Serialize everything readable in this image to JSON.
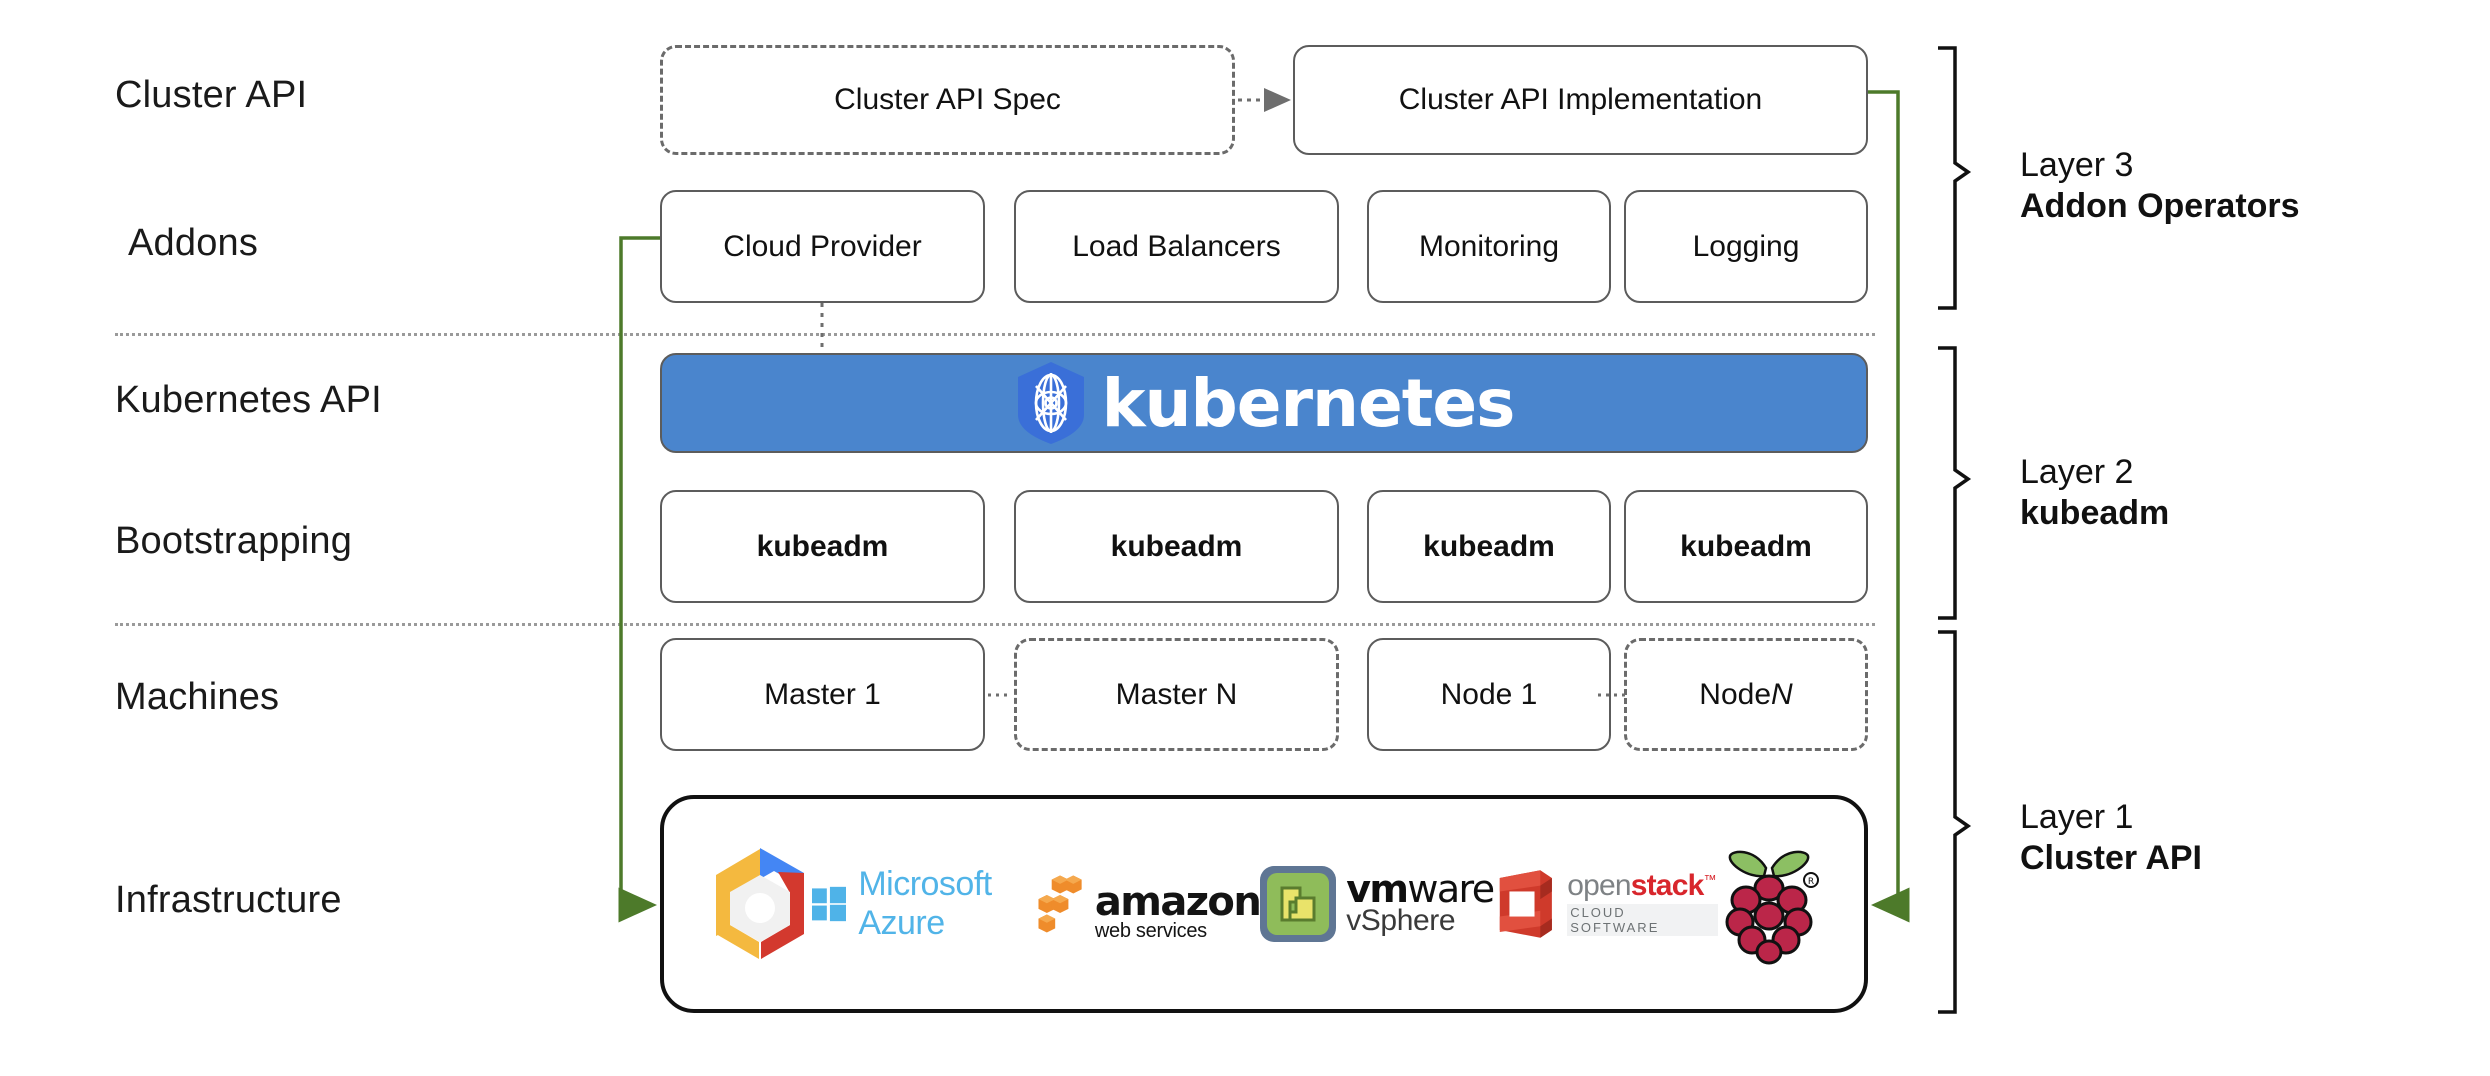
{
  "diagram": {
    "title": "Kubernetes Cluster API layered architecture",
    "row_labels": [
      {
        "text": "Cluster API"
      },
      {
        "text": "Addons"
      },
      {
        "text": "Kubernetes API"
      },
      {
        "text": "Bootstrapping"
      },
      {
        "text": "Machines"
      },
      {
        "text": "Infrastructure"
      }
    ],
    "cluster_api_row": [
      {
        "label": "Cluster API Spec",
        "style": "dashed"
      },
      {
        "label": "Cluster API Implementation",
        "style": "solid"
      }
    ],
    "addons_row": [
      {
        "label": "Cloud Provider",
        "style": "solid"
      },
      {
        "label": "Load Balancers",
        "style": "solid"
      },
      {
        "label": "Monitoring",
        "style": "solid"
      },
      {
        "label": "Logging",
        "style": "solid"
      }
    ],
    "kubernetes_bar": {
      "label": "kubernetes",
      "background": "#4a85cd",
      "text_color": "#ffffff",
      "logo": "kubernetes-helm-icon"
    },
    "bootstrapping_row": [
      {
        "label": "kubeadm",
        "style": "solid"
      },
      {
        "label": "kubeadm",
        "style": "solid"
      },
      {
        "label": "kubeadm",
        "style": "solid"
      },
      {
        "label": "kubeadm",
        "style": "solid"
      }
    ],
    "machines_row": [
      {
        "label": "Master 1",
        "style": "solid",
        "italic_suffix": ""
      },
      {
        "label": "Master N",
        "style": "dashed",
        "italic_suffix": ""
      },
      {
        "label": "Node 1",
        "style": "solid",
        "italic_suffix": ""
      },
      {
        "label": "Node ",
        "style": "dashed",
        "italic_suffix": "N"
      }
    ],
    "infrastructure_logos": [
      {
        "name": "google-cloud-platform-logo",
        "text": ""
      },
      {
        "name": "microsoft-azure-logo",
        "text": "Microsoft Azure"
      },
      {
        "name": "amazon-web-services-logo",
        "text_top": "amazon",
        "text_bottom": "web services"
      },
      {
        "name": "vmware-vsphere-logo",
        "text_top_bold": "vm",
        "text_top_light": "ware",
        "text_bottom": "vSphere"
      },
      {
        "name": "openstack-logo",
        "text_open": "open",
        "text_stack": "stack",
        "text_bottom": "CLOUD SOFTWARE"
      },
      {
        "name": "raspberry-pi-logo",
        "text": ""
      }
    ],
    "layers": [
      {
        "number": "Layer 3",
        "name": "Addon Operators"
      },
      {
        "number": "Layer 2",
        "name": "kubeadm"
      },
      {
        "number": "Layer 1",
        "name": "Cluster API"
      }
    ],
    "connectors": {
      "spec_to_implementation": {
        "style": "dotted",
        "color": "#6e6e6e",
        "arrow": true
      },
      "cloud_provider_to_kubernetes": {
        "style": "dotted",
        "color": "#6e6e6e",
        "arrow": false
      },
      "cloud_provider_to_infrastructure": {
        "style": "solid",
        "color": "#4d7a2a",
        "arrow": true
      },
      "implementation_to_infrastructure": {
        "style": "solid",
        "color": "#4d7a2a",
        "arrow": true
      },
      "master1_to_mastern": {
        "style": "dotted",
        "color": "#6e6e6e",
        "arrow": false
      },
      "node1_to_noden": {
        "style": "dotted",
        "color": "#6e6e6e",
        "arrow": false
      }
    },
    "colors": {
      "kubernetes_blue": "#4a85cd",
      "connector_green": "#4d7a2a",
      "box_border": "#5c5c5c",
      "separator": "#9a9a9a"
    }
  }
}
